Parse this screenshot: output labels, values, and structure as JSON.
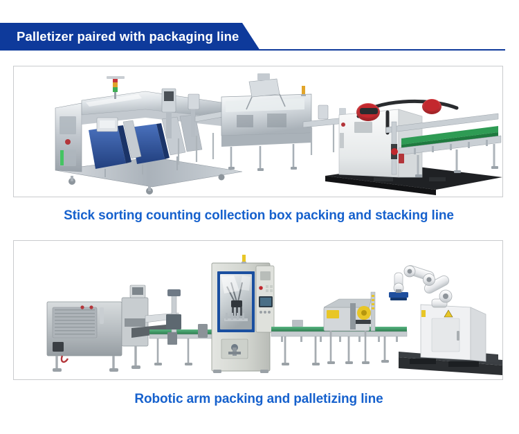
{
  "header": {
    "title": "Palletizer paired with packaging line",
    "banner_color": "#0e3a9b",
    "rule_color": "#0e3a9b"
  },
  "caption_color": "#1661cd",
  "frame_border_color": "#c9cbcd",
  "products": [
    {
      "id": "stick-sorting-line",
      "caption": "Stick sorting counting collection box packing and stacking line",
      "image_alt": "Stick sorting counting collection box packing and stacking line",
      "photo": {
        "layout": "v-shaped production line",
        "background": "#ffffff",
        "elements": [
          "stainless steel sorting machine with blue chutes on casters",
          "signal tower light red amber green",
          "inline conveyor section",
          "central stainless collection box packer",
          "white palletizer cabinet with black base",
          "red motor housings",
          "black gantry arm",
          "green belt conveyor"
        ],
        "colors": {
          "stainless": "#c8cdd2",
          "blue_chute": "#2d56a8",
          "cabinet_white": "#eceeef",
          "base_black": "#1d1f21",
          "accent_red": "#c0272d",
          "belt_green": "#2e9b54"
        }
      }
    },
    {
      "id": "robotic-arm-palletizing-line",
      "caption": "Robotic arm packing and palletizing line",
      "image_alt": "Robotic arm packing and palletizing line",
      "photo": {
        "layout": "linear production line",
        "background": "#ffffff",
        "elements": [
          "gray perforated cabinet flow wrapper on legs",
          "blue framed delta robot picking cell",
          "control panel with HMI screen and red emergency stop",
          "green belt roller conveyors",
          "carton sealer with yellow tape roll",
          "white collaborative robot arm with blue gripper",
          "black pallets"
        ],
        "colors": {
          "cabinet_gray": "#b9bec2",
          "frame_blue": "#1a4fa0",
          "machine_body": "#d5d8d3",
          "belt_green": "#3f9e68",
          "robot_white": "#f1f2f4",
          "pallet_black": "#26282b",
          "accent_yellow": "#e9c419",
          "accent_red": "#c0272d"
        }
      }
    }
  ]
}
